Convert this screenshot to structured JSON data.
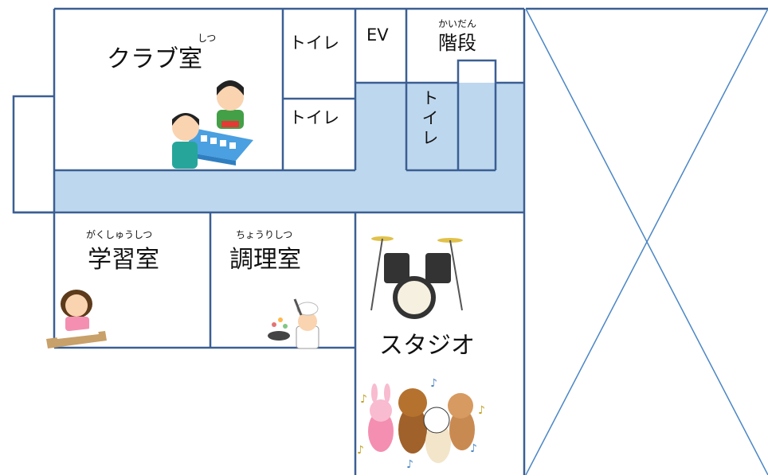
{
  "rooms": {
    "club": {
      "label": "クラブ室",
      "ruby": "しつ"
    },
    "toilet_top": {
      "label": "トイレ"
    },
    "toilet_mid": {
      "label": "トイレ"
    },
    "elevator": {
      "label": "EV"
    },
    "stairs": {
      "label": "階段",
      "ruby": "かいだん"
    },
    "toilet_vertical": {
      "label": "トイレ"
    },
    "study": {
      "label": "学習室",
      "ruby": "がくしゅうしつ"
    },
    "cooking": {
      "label": "調理室",
      "ruby": "ちょうりしつ"
    },
    "studio": {
      "label": "スタジオ"
    }
  },
  "colors": {
    "wall": "#3b5f93",
    "corridor": "#bdd7ee",
    "cross": "#4a86c5"
  },
  "illustrations": {
    "club": "boys-playing-cards-icon",
    "study": "girl-studying-icon",
    "cooking": "chef-cooking-icon",
    "drums": "drum-kit-icon",
    "animals": "dancing-animals-icon"
  }
}
